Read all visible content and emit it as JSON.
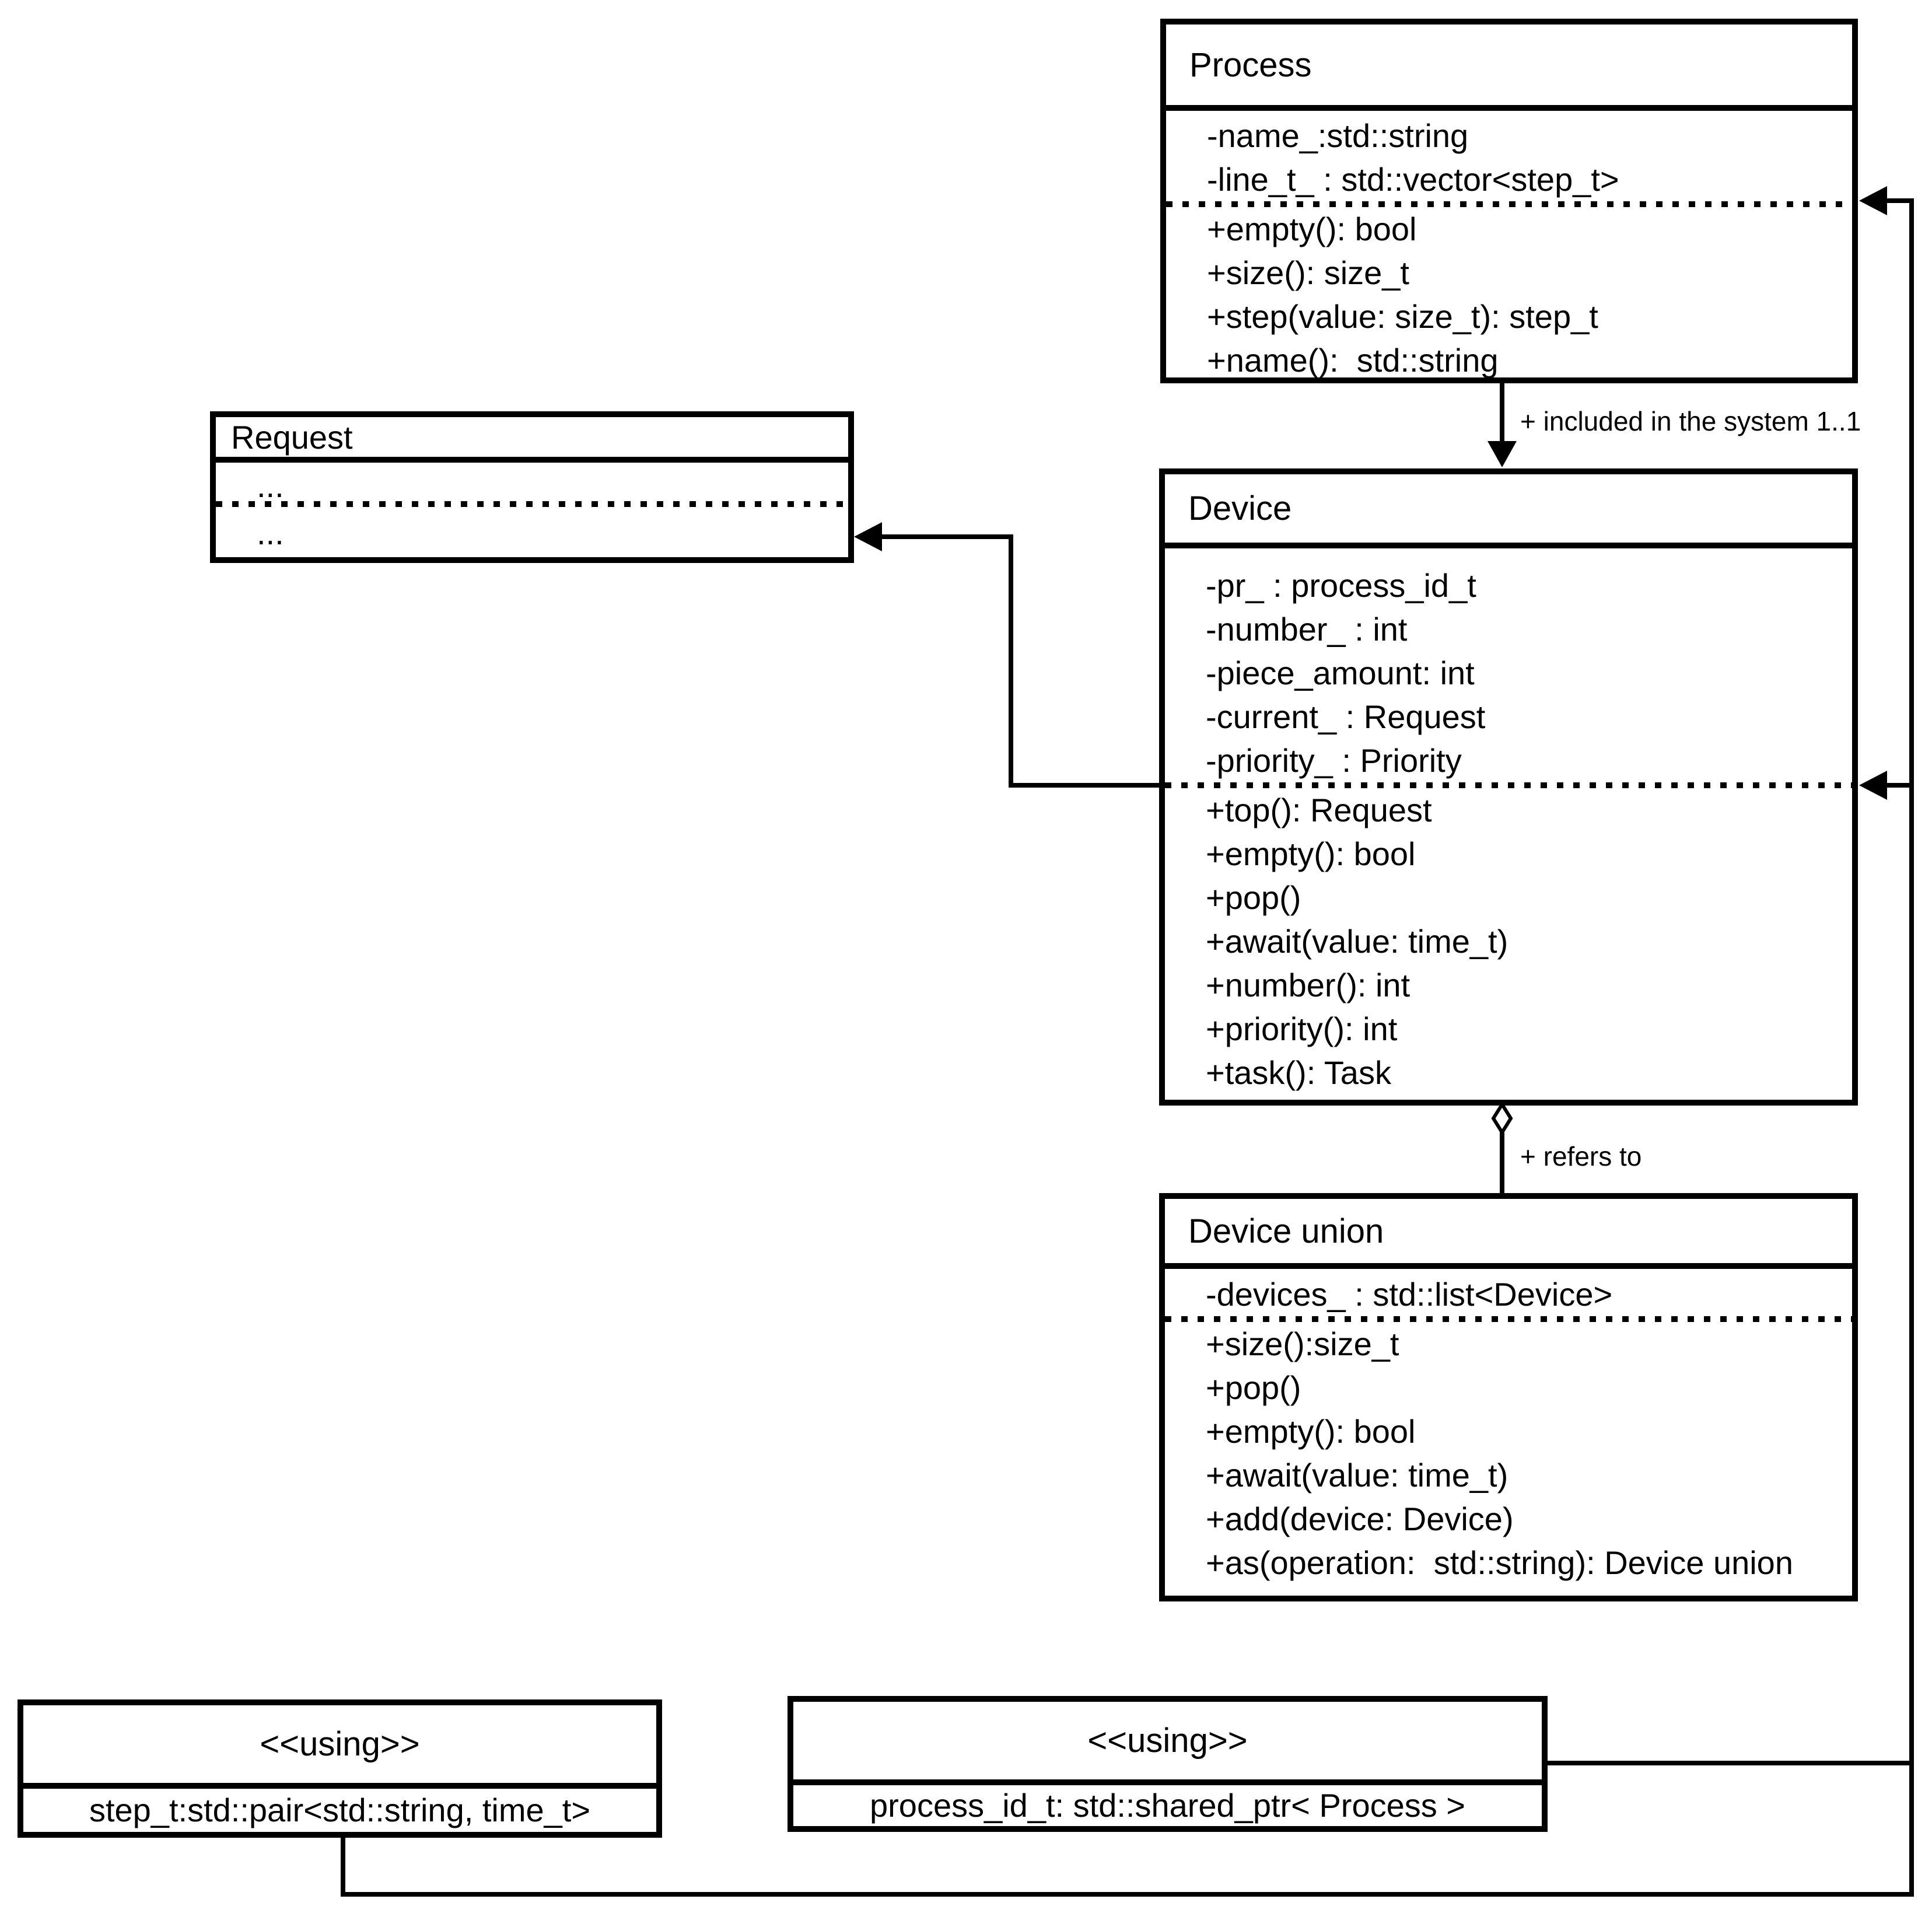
{
  "diagram": {
    "kind": "uml-class-diagram",
    "colors": {
      "line": "#000000",
      "background": "#ffffff"
    },
    "classes": {
      "process": {
        "title": "Process",
        "attributes": [
          "-name_:std::string",
          "-line_t_ : std::vector<step_t>"
        ],
        "methods": [
          "+empty(): bool",
          "+size(): size_t",
          "+step(value: size_t): step_t",
          "+name():  std::string"
        ]
      },
      "request": {
        "title": "Request",
        "attributes": [
          "..."
        ],
        "methods": [
          "..."
        ]
      },
      "device": {
        "title": "Device",
        "attributes": [
          "-pr_ : process_id_t",
          "-number_ : int",
          "-piece_amount: int",
          "-current_ : Request",
          "-priority_ : Priority"
        ],
        "methods": [
          "+top(): Request",
          "+empty(): bool",
          "+pop()",
          "+await(value: time_t)",
          "+number(): int",
          "+priority(): int",
          "+task(): Task"
        ]
      },
      "device_union": {
        "title": "Device union",
        "attributes": [
          "-devices_ : std::list<Device>"
        ],
        "methods": [
          "+size():size_t",
          "+pop()",
          "+empty(): bool",
          "+await(value: time_t)",
          "+add(device: Device)",
          "+as(operation:  std::string): Device union"
        ]
      },
      "using_step": {
        "stereotype": "<<using>>",
        "definition": "step_t:std::pair<std::string, time_t>"
      },
      "using_process_id": {
        "stereotype": "<<using>>",
        "definition": "process_id_t: std::shared_ptr< Process >"
      }
    },
    "relations": {
      "process_device_label": "+ included in the system 1..1",
      "device_union_label": "+ refers to"
    }
  }
}
